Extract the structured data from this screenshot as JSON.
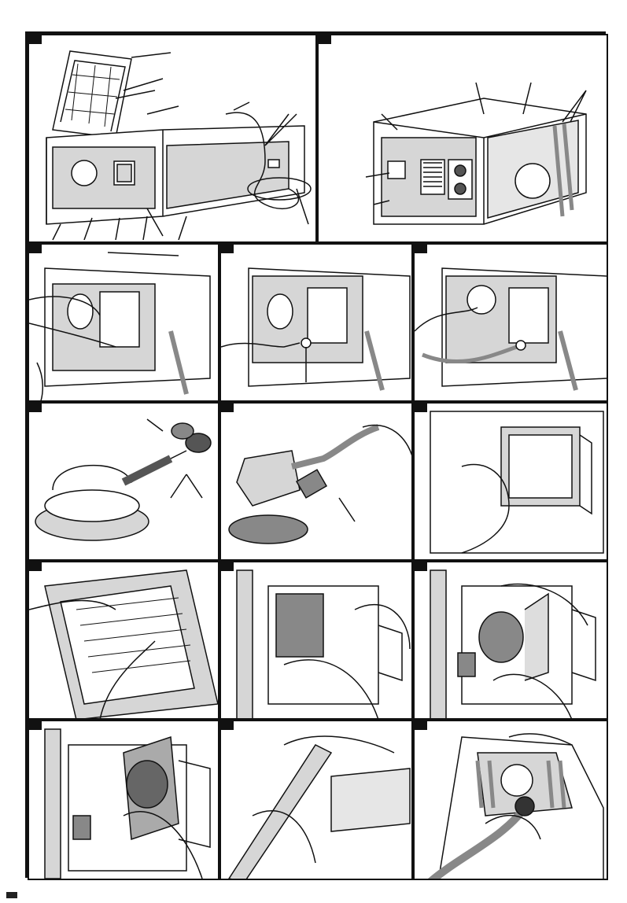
{
  "document": {
    "type": "instruction-illustration-sheet",
    "panel_count": 14,
    "panels": [
      {
        "id": "p1",
        "subject": "vacuum-unit-front-open-lid"
      },
      {
        "id": "p2",
        "subject": "vacuum-unit-rear-control-panel"
      },
      {
        "id": "p3",
        "subject": "plugging-power-cord"
      },
      {
        "id": "p4",
        "subject": "attaching-air-hose-connector"
      },
      {
        "id": "p5",
        "subject": "connecting-extraction-hose"
      },
      {
        "id": "p6",
        "subject": "sander-with-hose-adapters"
      },
      {
        "id": "p7",
        "subject": "sander-with-extraction-hose"
      },
      {
        "id": "p8",
        "subject": "removing-filter-cassette"
      },
      {
        "id": "p9",
        "subject": "inspecting-filter"
      },
      {
        "id": "p10",
        "subject": "removing-dust-bag"
      },
      {
        "id": "p11",
        "subject": "removing-dust-bag-opening"
      },
      {
        "id": "p12",
        "subject": "sealing-dust-bag"
      },
      {
        "id": "p13",
        "subject": "cleaning-housing-edge"
      },
      {
        "id": "p14",
        "subject": "attaching-hose-to-rear"
      }
    ]
  },
  "colors": {
    "line": "#111111",
    "panel_gray": "#d6d6d6",
    "light_gray": "#ececec",
    "paper": "#ffffff"
  }
}
